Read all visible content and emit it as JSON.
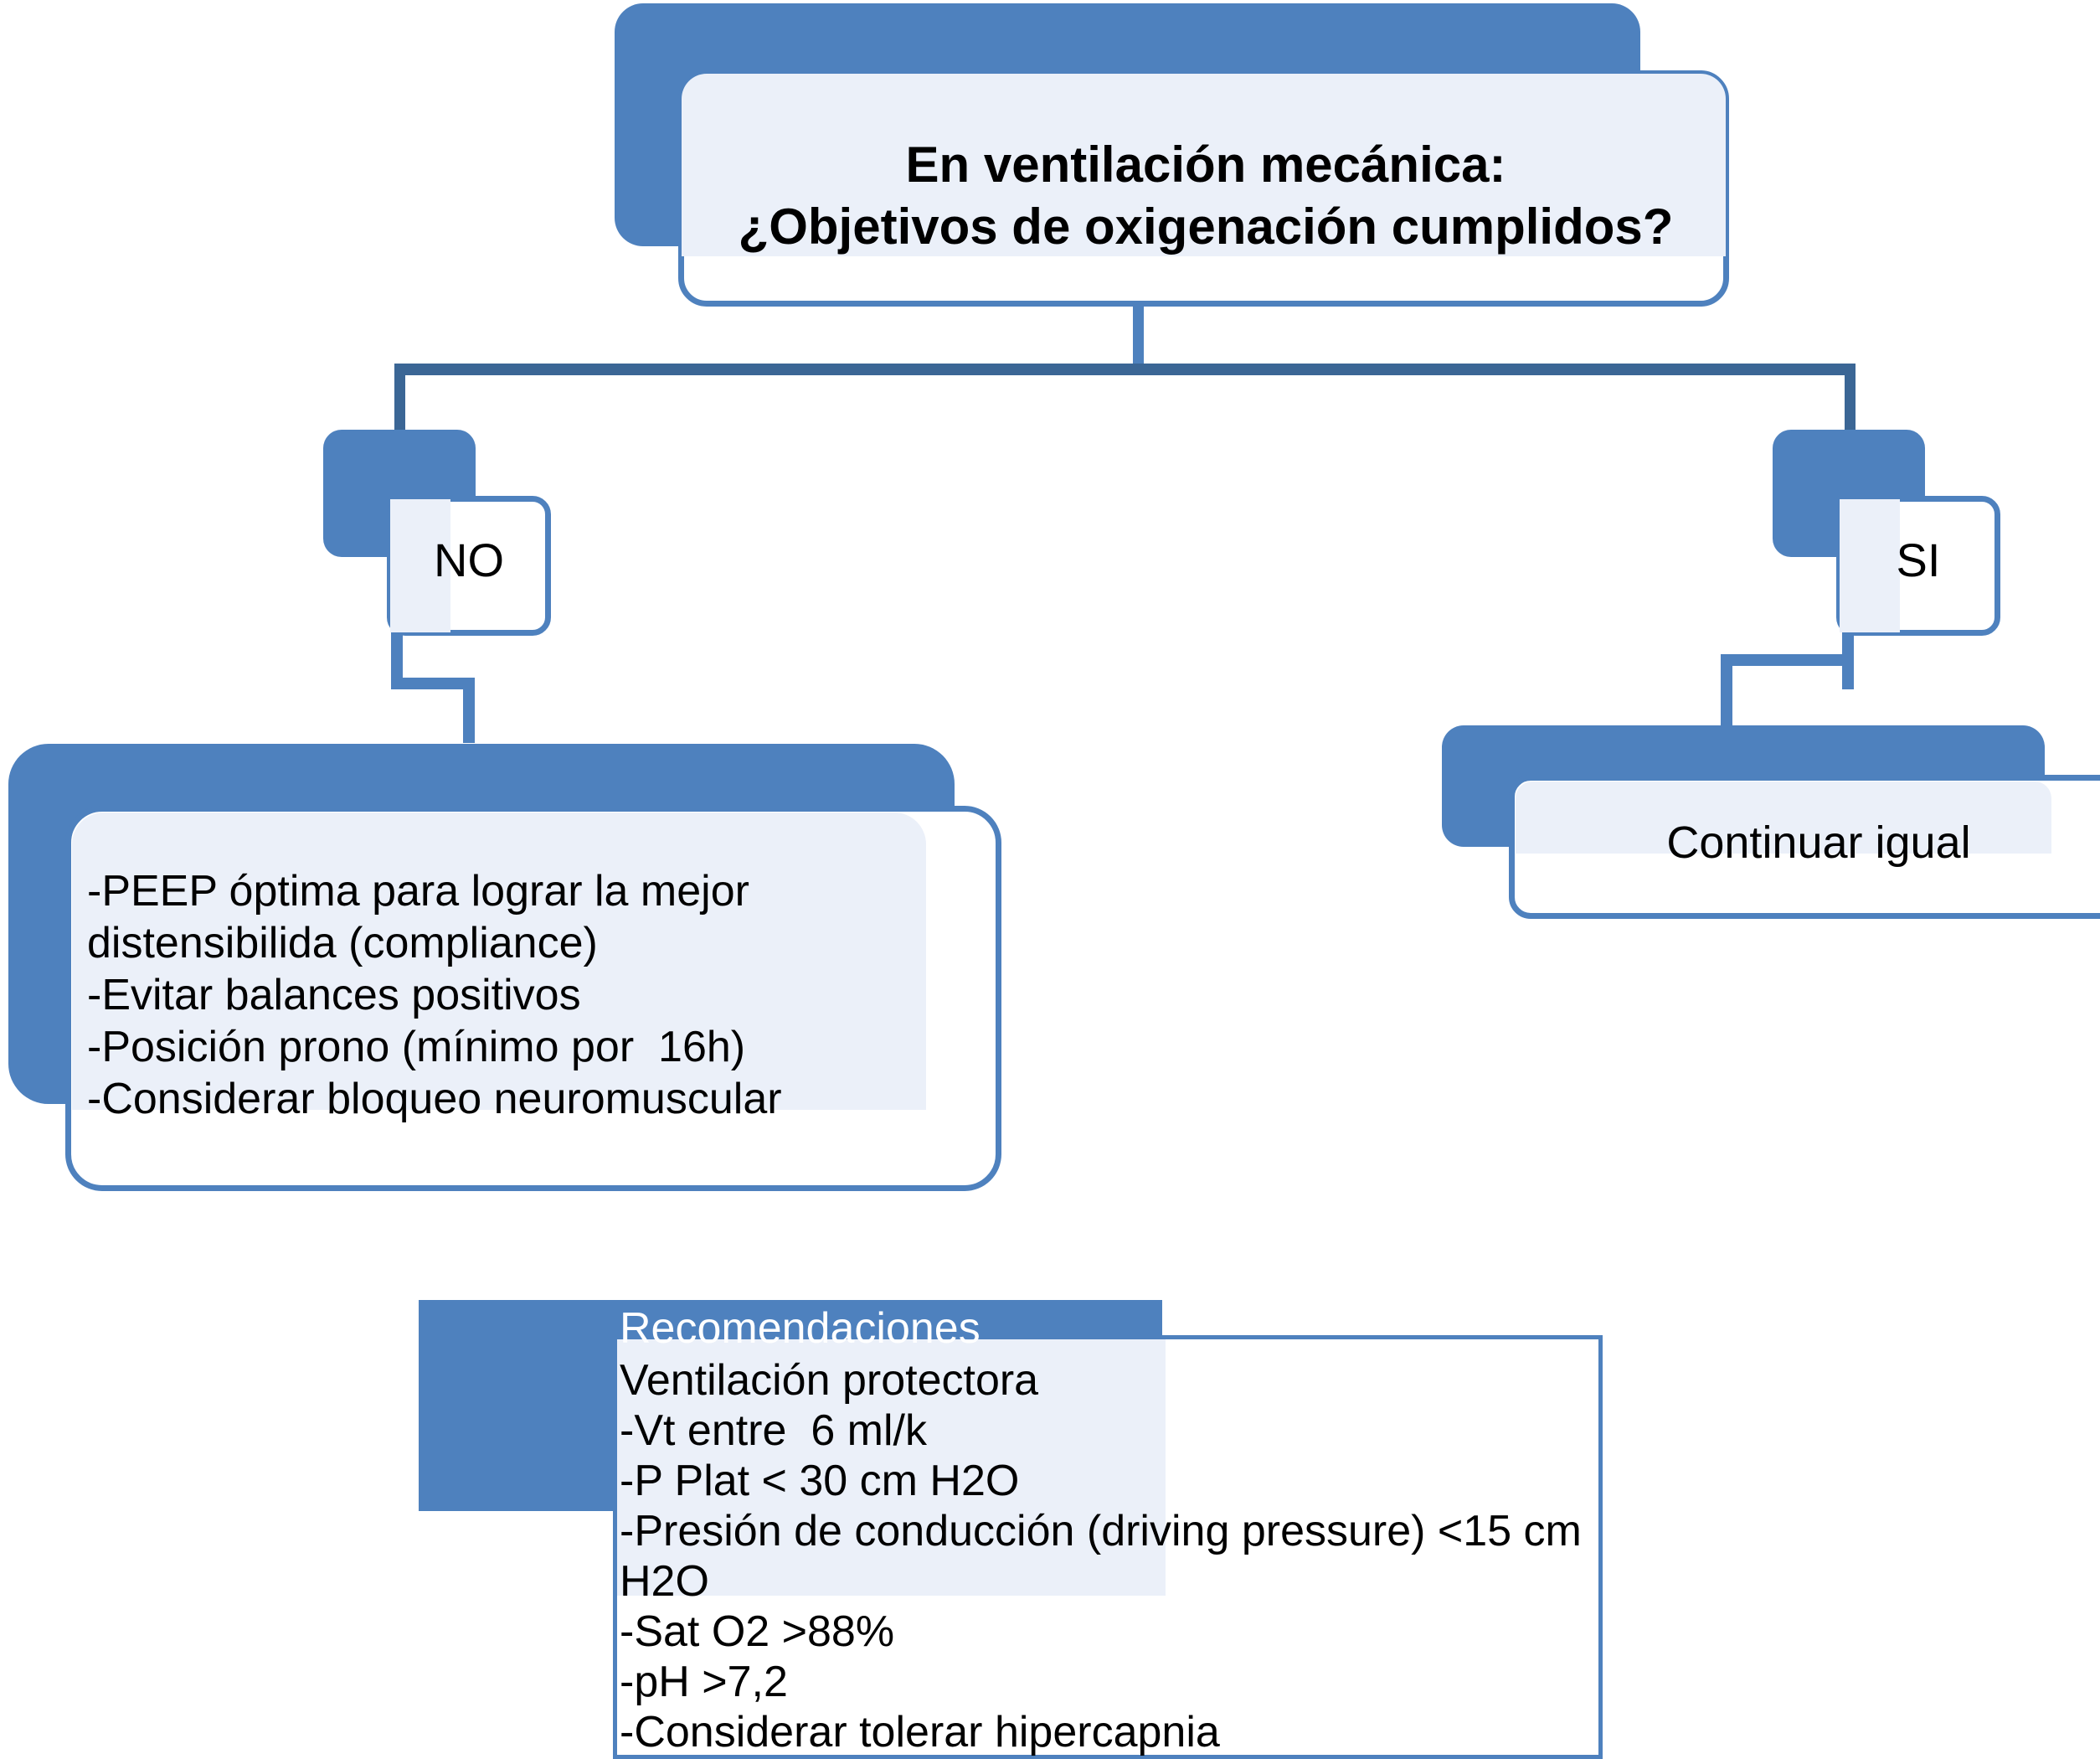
{
  "diagram": {
    "type": "flowchart",
    "language": "es",
    "title_node": {
      "id": "question",
      "text": "En ventilación mecánica:\n¿Objetivos de oxigenación cumplidos?",
      "bold": true
    },
    "branches": [
      {
        "id": "branch-no",
        "label": "NO"
      },
      {
        "id": "branch-si",
        "label": "SI"
      }
    ],
    "nodes": [
      {
        "id": "peep-actions",
        "from": "NO",
        "text": "-PEEP óptima para lograr la mejor\ndistensibilida (compliance)\n-Evitar balances positivos\n-Posición prono (mínimo por  16h)\n-Considerar bloqueo neuromuscular",
        "lines": [
          "-PEEP óptima para lograr la mejor",
          "distensibilida (compliance)",
          "-Evitar balances positivos",
          "-Posición prono (mínimo por  16h)",
          "-Considerar bloqueo neuromuscular"
        ]
      },
      {
        "id": "continue-same",
        "from": "SI",
        "text": "Continuar igual"
      }
    ],
    "recommendations": {
      "id": "recomendaciones",
      "header": "Recomendaciones",
      "text": "Ventilación protectora\n-Vt entre  6 ml/k\n-P Plat < 30 cm H2O\n-Presión de conducción (driving pressure) <15 cm\nH2O\n-Sat O2 >88%\n-pH >7,2\n-Considerar tolerar hipercapnia",
      "lines": [
        "Ventilación protectora",
        "-Vt entre  6 ml/k",
        "-P Plat < 30 cm H2O",
        "-Presión de conducción (driving pressure) <15 cm",
        "H2O",
        "-Sat O2 >88%",
        "-pH >7,2",
        "-Considerar tolerar hipercapnia"
      ]
    }
  },
  "colors": {
    "accent_blue": "#4E81BE",
    "connector_blue": "#3B6695",
    "light_fill": "#EBF0F9",
    "card_background": "#FFFFFF",
    "text": "#000000",
    "header_text": "#FFFFFF"
  }
}
